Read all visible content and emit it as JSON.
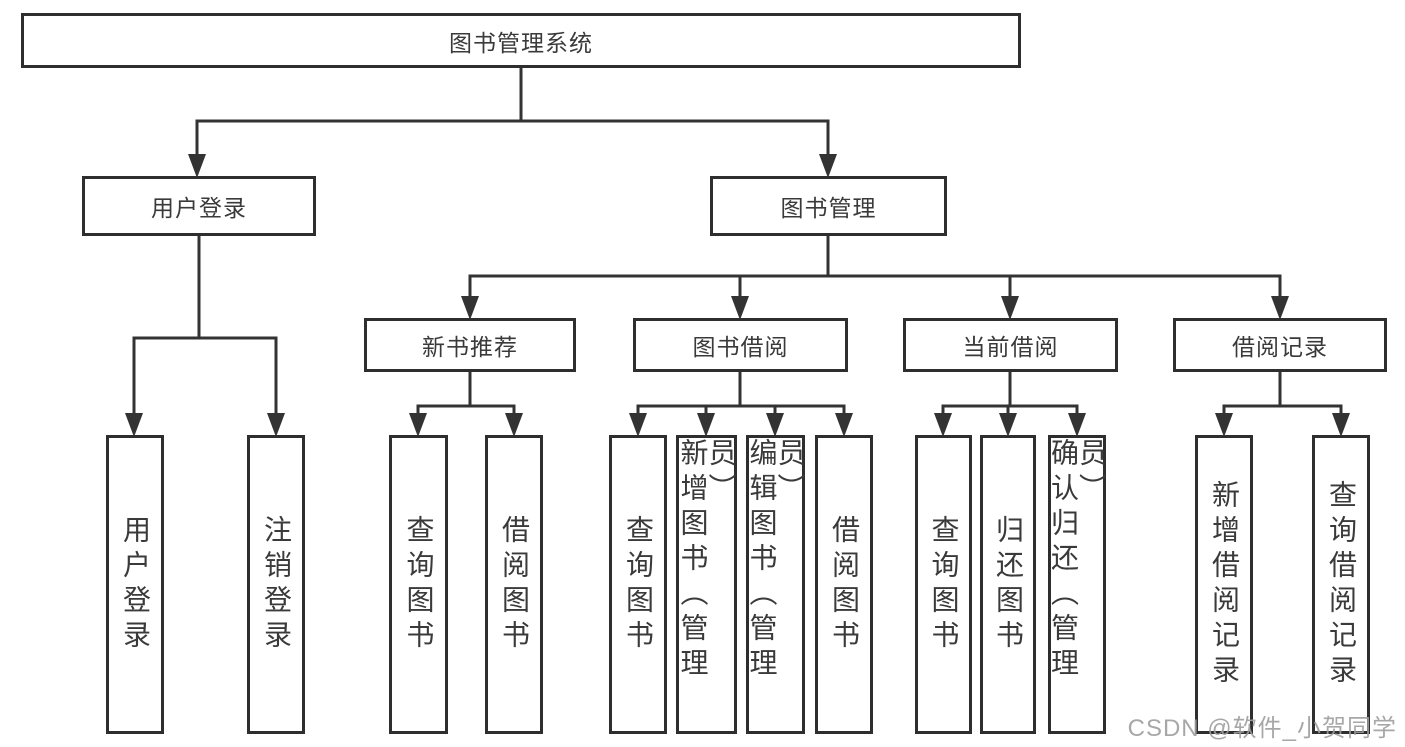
{
  "diagram": {
    "tree": {
      "root": "图书管理系统",
      "children": [
        {
          "label": "用户登录",
          "children": [
            "用户登录",
            "注销登录"
          ]
        },
        {
          "label": "图书管理",
          "children": [
            {
              "label": "新书推荐",
              "children": [
                "查询图书",
                "借阅图书"
              ]
            },
            {
              "label": "图书借阅",
              "children": [
                "查询图书",
                "新增图书（管理员）",
                "编辑图书（管理员）",
                "借阅图书"
              ]
            },
            {
              "label": "当前借阅",
              "children": [
                "查询图书",
                "归还图书",
                "确认归还（管理员）"
              ]
            },
            {
              "label": "借阅记录",
              "children": [
                "新增借阅记录",
                "查询借阅记录"
              ]
            }
          ]
        }
      ]
    },
    "colors": {
      "box_border": "#2e2e2e",
      "connector": "#333333",
      "text": "#3a3a3a",
      "watermark_text": "#9e9e9e",
      "background": "#ffffff"
    }
  },
  "watermark": "CSDN @软件_小贺同学"
}
